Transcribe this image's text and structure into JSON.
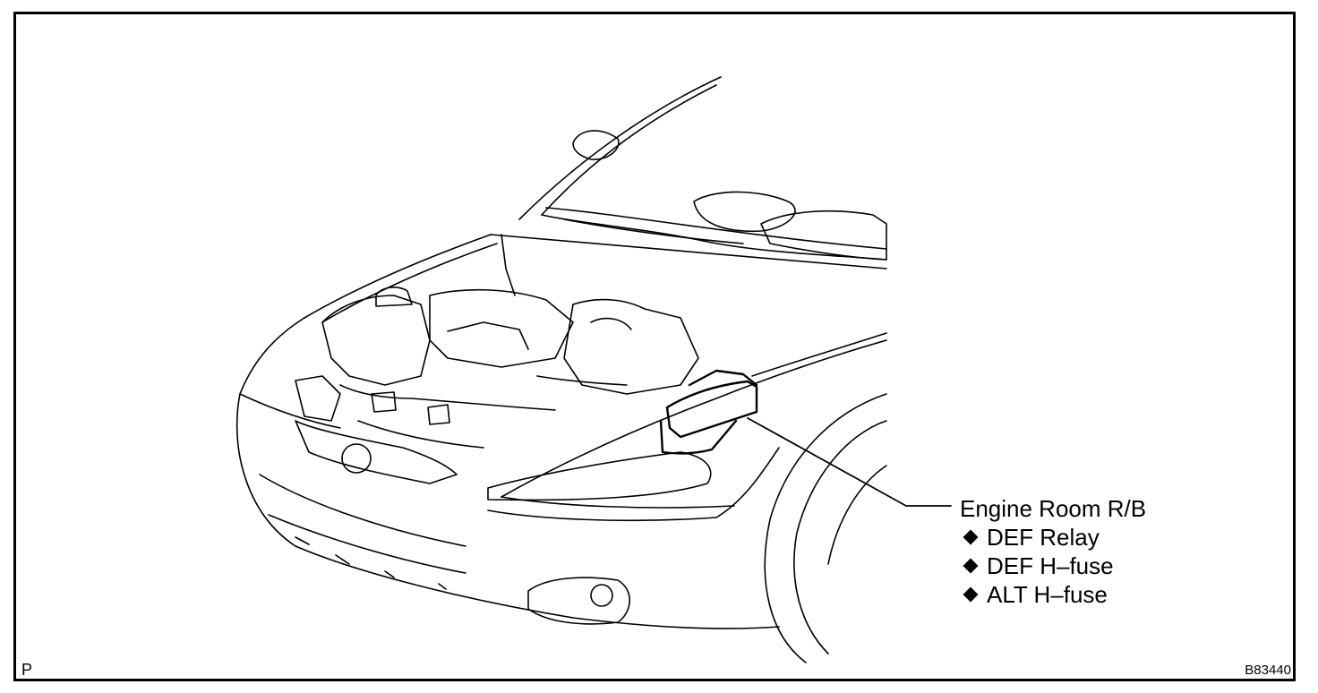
{
  "callout": {
    "title": "Engine Room R/B",
    "items": [
      "DEF Relay",
      "DEF H–fuse",
      "ALT H–fuse"
    ]
  },
  "corner_left": "P",
  "corner_right": "B83440"
}
